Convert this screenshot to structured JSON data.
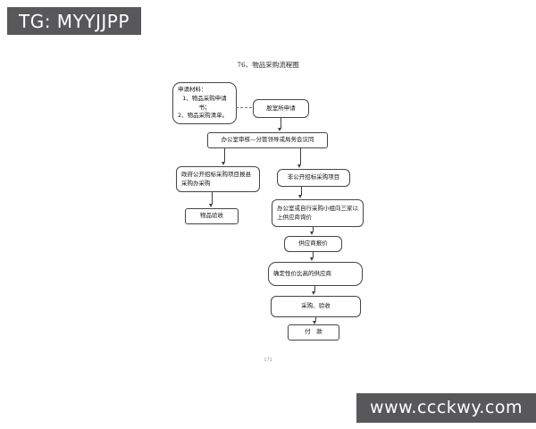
{
  "badges": {
    "top_left": "TG: MYYJJPP",
    "bottom_right": "www.ccckwy.com"
  },
  "document": {
    "title": "76、物品采购流程图",
    "page_number": "171"
  },
  "flowchart": {
    "nodes": {
      "materials": {
        "lines": [
          "申请材料：",
          "1、物品采购申请书；",
          "2、物品采购清单。"
        ]
      },
      "apply": {
        "label": "股室所申请"
      },
      "review": {
        "label": "办公室审核—分管领导或局务会议同"
      },
      "public_bid": {
        "label": "政府公开招标采购项目报县采购办采购"
      },
      "non_public_bid": {
        "label": "非公开招标采购项目"
      },
      "goods_acceptance": {
        "label": "物品验收"
      },
      "inquiry": {
        "label": "办公室或自行采购小组向三家以上供应商询价"
      },
      "supplier_quote": {
        "label": "供应商报价"
      },
      "select_supplier": {
        "label": "确定性价比高的供应商"
      },
      "purchase_acceptance": {
        "label": "采购、验收"
      },
      "payment": {
        "label": "付　款"
      }
    },
    "edges": [
      {
        "from": "materials",
        "to": "apply",
        "style": "dashed"
      },
      {
        "from": "apply",
        "to": "review",
        "style": "arrow"
      },
      {
        "from": "review",
        "to": "public_bid",
        "style": "arrow"
      },
      {
        "from": "review",
        "to": "non_public_bid",
        "style": "arrow"
      },
      {
        "from": "public_bid",
        "to": "goods_acceptance",
        "style": "arrow"
      },
      {
        "from": "non_public_bid",
        "to": "inquiry",
        "style": "arrow"
      },
      {
        "from": "inquiry",
        "to": "supplier_quote",
        "style": "arrow"
      },
      {
        "from": "supplier_quote",
        "to": "select_supplier",
        "style": "arrow"
      },
      {
        "from": "select_supplier",
        "to": "purchase_acceptance",
        "style": "arrow"
      },
      {
        "from": "purchase_acceptance",
        "to": "payment",
        "style": "arrow"
      }
    ],
    "colors": {
      "badge_background": "#58585a",
      "badge_text": "#ffffff",
      "node_border": "#454545",
      "page_background": "#ffffff"
    }
  }
}
